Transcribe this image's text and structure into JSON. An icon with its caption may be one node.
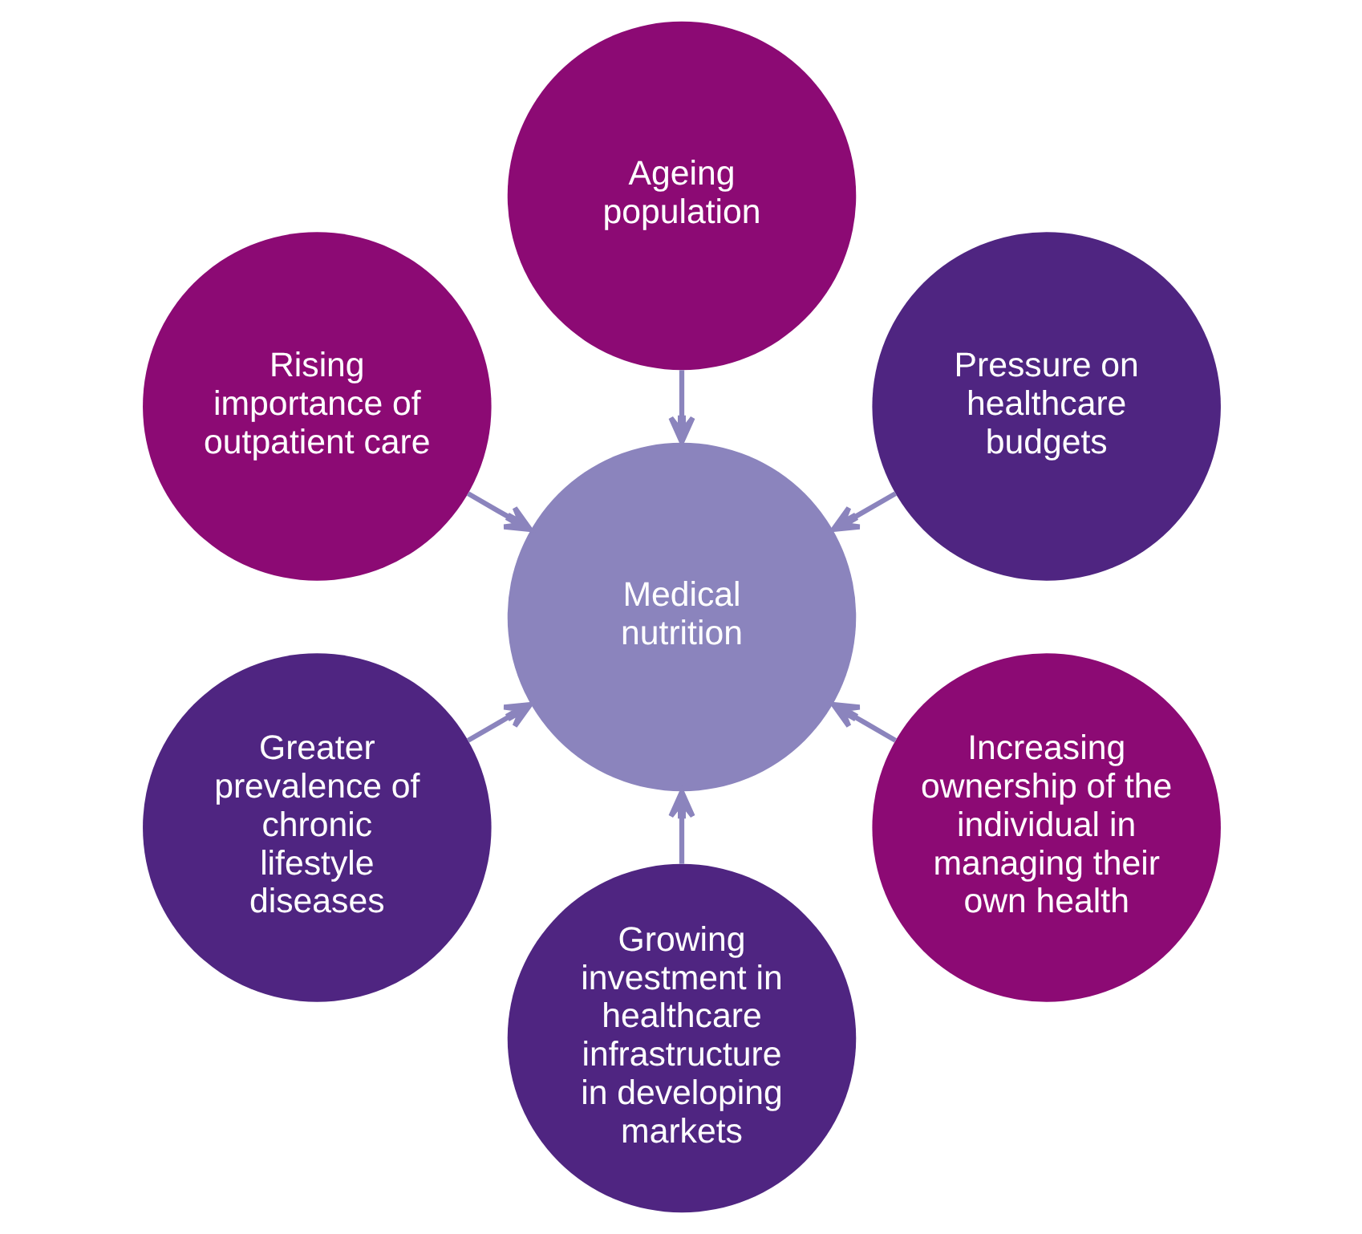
{
  "diagram": {
    "nodes": [
      {
        "text": [
          "Pressure on healthcare budgets"
        ]
      },
      {
        "text": [
          "Ageing population"
        ]
      },
      {
        "text": [
          "Rising importance of outpatient care"
        ]
      },
      {
        "text": [
          "Medical nutrition"
        ]
      },
      {
        "text": [
          "Greater prevalence of chronic lifestyle diseases"
        ]
      },
      {
        "text": [
          "Growing investment in healthcare infrastructure in developing markets"
        ]
      },
      {
        "text": [
          "Increasing ownership of the individual in managing their own health"
        ]
      }
    ],
    "edges": [
      {
        "from": 0,
        "to": 3,
        "arrow": "to"
      },
      {
        "from": 1,
        "to": 3,
        "arrow": "to"
      },
      {
        "from": 4,
        "to": 3,
        "arrow": "to"
      },
      {
        "from": 6,
        "to": 3,
        "arrow": "to"
      },
      {
        "from": 5,
        "to": 3,
        "arrow": "to"
      },
      {
        "from": 2,
        "to": 3,
        "arrow": "to"
      }
    ]
  }
}
